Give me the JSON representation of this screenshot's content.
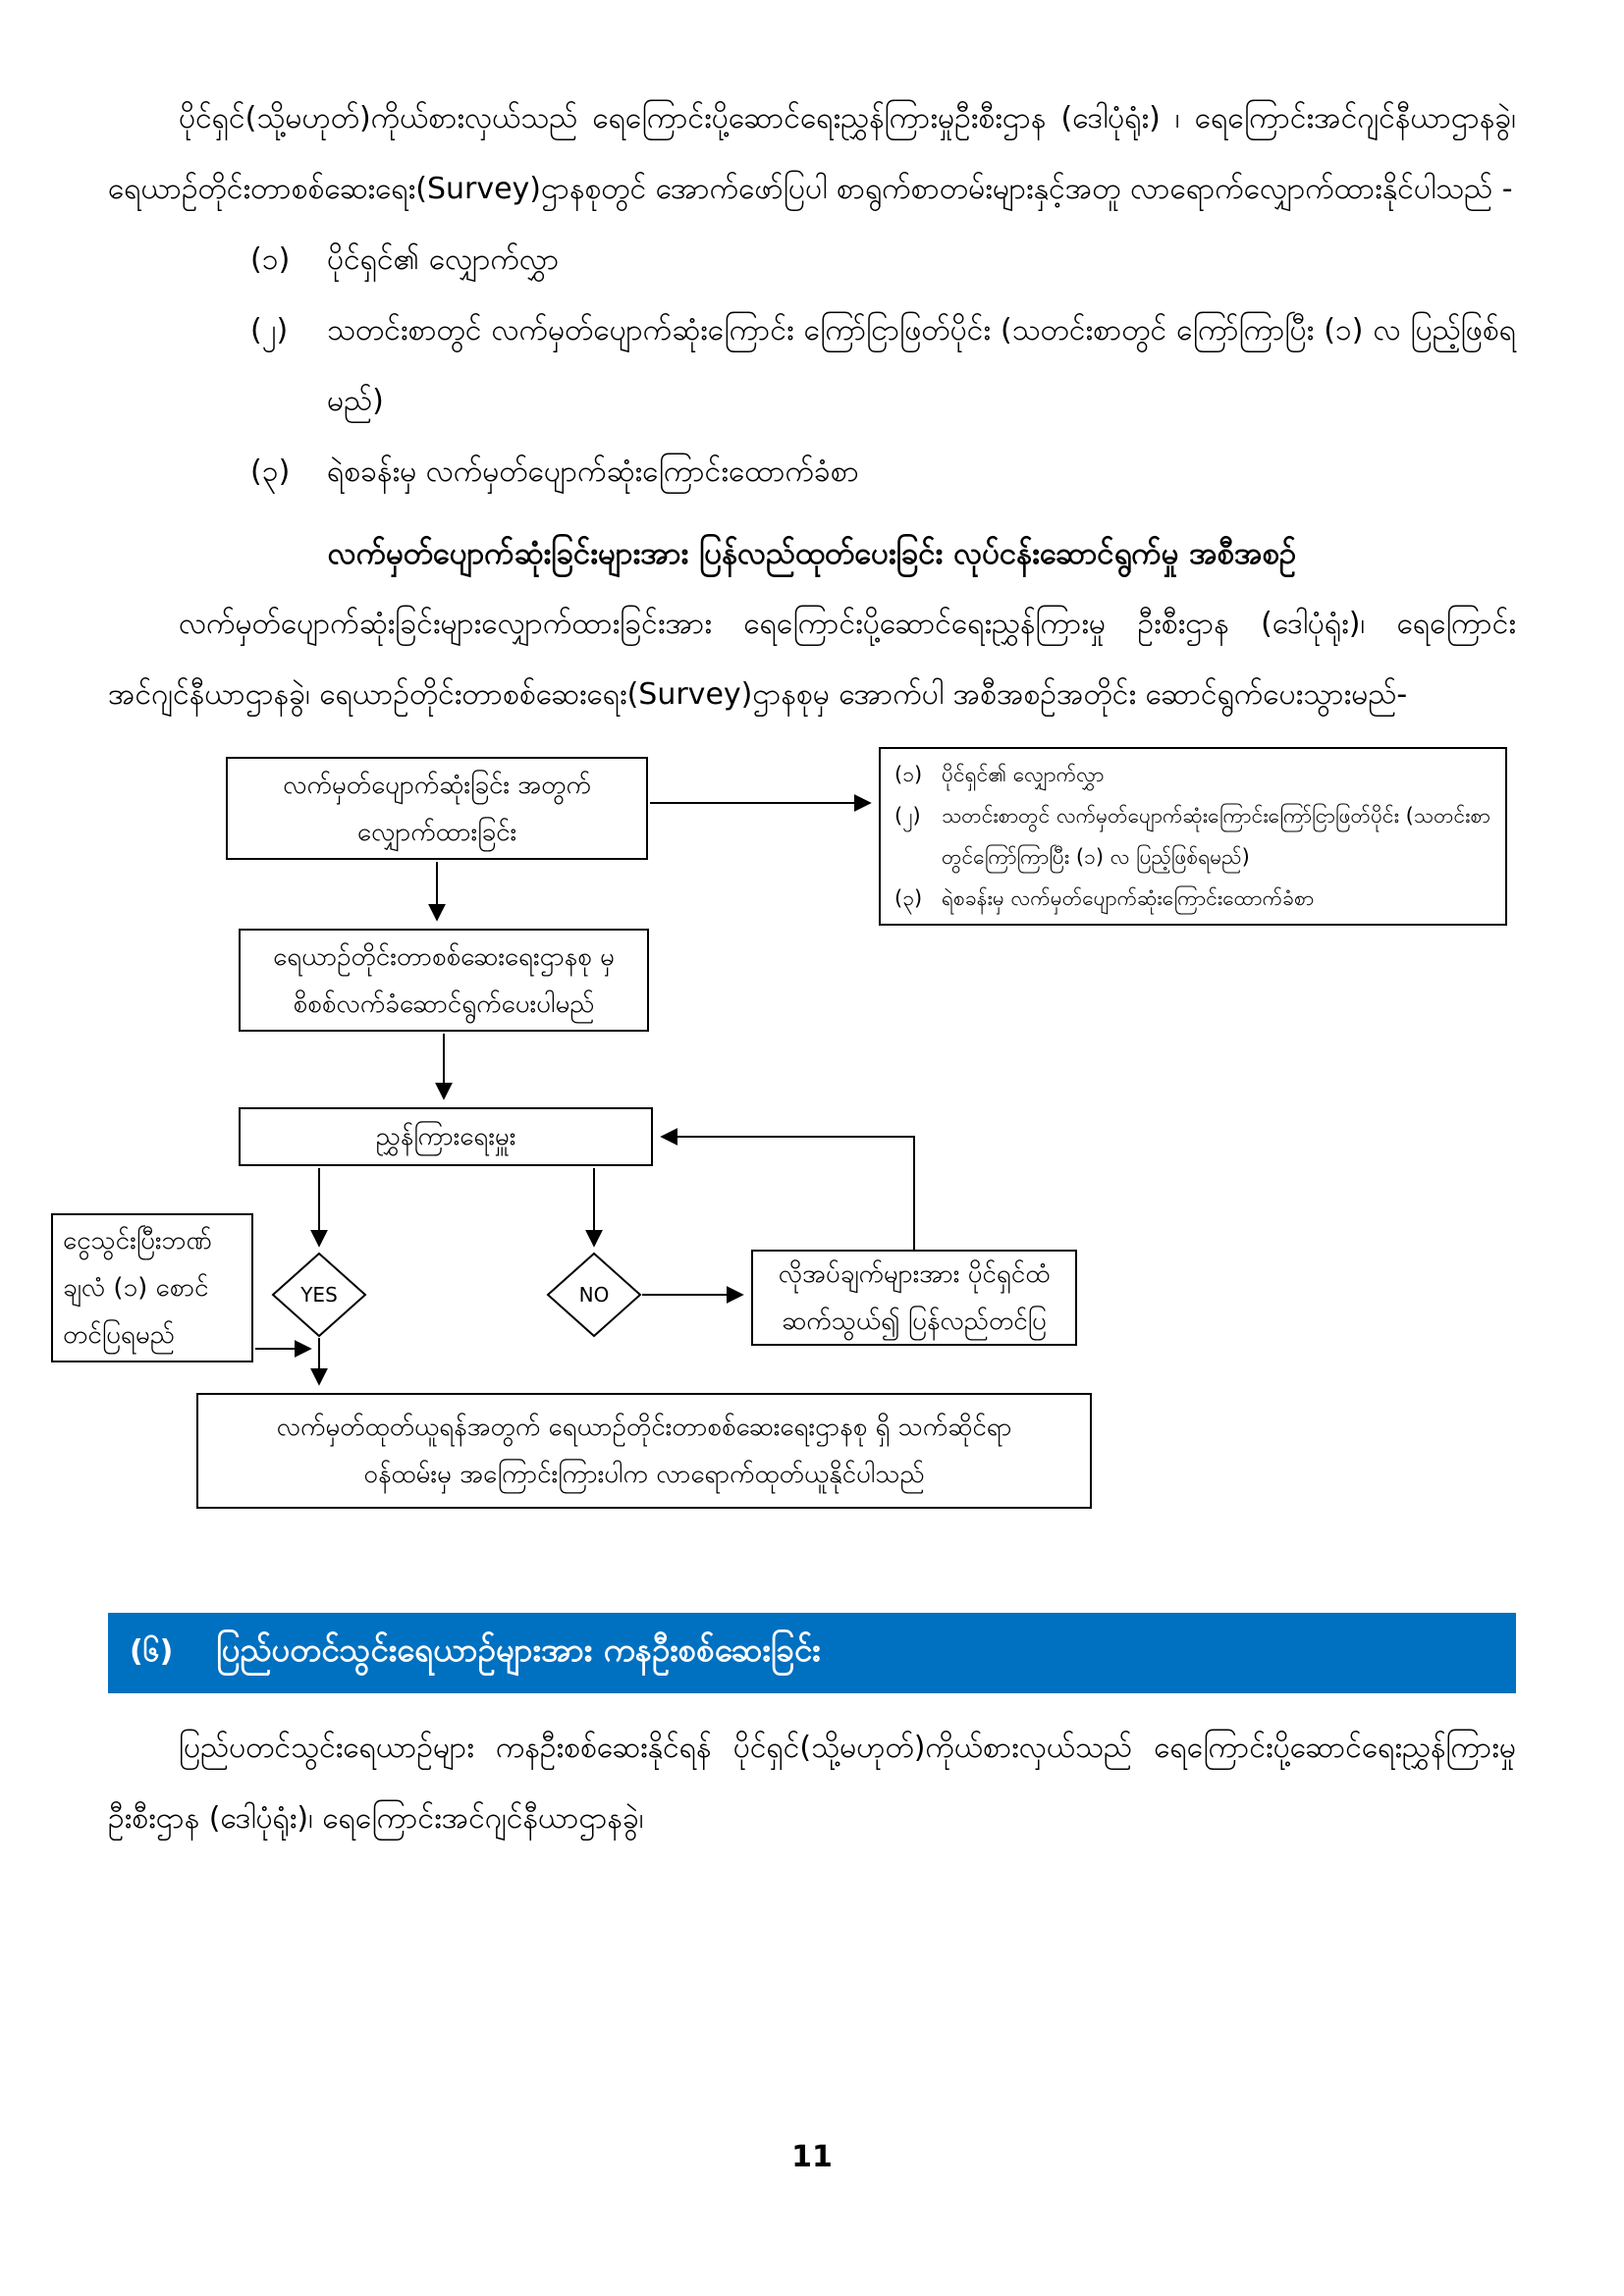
{
  "colors": {
    "accent_blue": "#0070C0",
    "text": "#000000"
  },
  "page": {
    "number": "11"
  },
  "intro": {
    "paragraph": "ပိုင်ရှင်(သို့မဟုတ်)ကိုယ်စားလှယ်သည် ရေကြောင်းပို့ဆောင်ရေးညွှန်ကြားမှုဦးစီးဌာန (ဒေါပုံရုံး) ၊ ရေကြောင်းအင်ဂျင်နီယာဌာနခွဲ၊ ရေယာဉ်တိုင်းတာစစ်ဆေးရေး(Survey)ဌာနစုတွင် အောက်ဖော်ပြပါ စာရွက်စာတမ်းများနှင့်အတူ လာရောက်လျှောက်ထားနိုင်ပါသည် -",
    "items": [
      {
        "num": "(၁)",
        "text": "ပိုင်ရှင်၏ လျှောက်လွှာ"
      },
      {
        "num": "(၂)",
        "text": "သတင်းစာတွင် လက်မှတ်ပျောက်ဆုံးကြောင်း ကြော်ငြာဖြတ်ပိုင်း (သတင်းစာတွင် ကြော်ကြာပြီး (၁) လ ပြည့်ဖြစ်ရမည်)"
      },
      {
        "num": "(၃)",
        "text": "ရဲစခန်းမှ လက်မှတ်ပျောက်ဆုံးကြောင်းထောက်ခံစာ"
      }
    ]
  },
  "process": {
    "heading": "လက်မှတ်ပျောက်ဆုံးခြင်းများအား ပြန်လည်ထုတ်ပေးခြင်း လုပ်ငန်းဆောင်ရွက်မှု အစီအစဉ်",
    "paragraph": "လက်မှတ်ပျောက်ဆုံးခြင်းများလျှောက်ထားခြင်းအား ရေကြောင်းပို့ဆောင်ရေးညွှန်ကြားမှု ဦးစီးဌာန (ဒေါပုံရုံး)၊ ရေကြောင်းအင်ဂျင်နီယာဌာနခွဲ၊ ရေယာဉ်တိုင်းတာစစ်ဆေးရေး(Survey)ဌာနစုမှ အောက်ပါ အစီအစဉ်အတိုင်း ဆောင်ရွက်ပေးသွားမည်-"
  },
  "flowchart": {
    "apply_box": {
      "lines": [
        "လက်မှတ်ပျောက်ဆုံးခြင်း အတွက်",
        "လျှောက်ထားခြင်း"
      ]
    },
    "docs_box": {
      "items": [
        {
          "num": "(၁)",
          "text": "ပိုင်ရှင်၏ လျှောက်လွှာ"
        },
        {
          "num": "(၂)",
          "text": "သတင်းစာတွင် လက်မှတ်ပျောက်ဆုံးကြောင်းကြော်ငြာဖြတ်ပိုင်း (သတင်းစာတွင်ကြော်ကြာပြီး (၁) လ ပြည့်ဖြစ်ရမည်)"
        },
        {
          "num": "(၃)",
          "text": "ရဲစခန်းမှ လက်မှတ်ပျောက်ဆုံးကြောင်းထောက်ခံစာ"
        }
      ]
    },
    "survey_box": {
      "lines": [
        "ရေယာဉ်တိုင်းတာစစ်ဆေးရေးဌာနစု မှ",
        "စိစစ်လက်ခံဆောင်ရွက်ပေးပါမည်"
      ]
    },
    "director_box": {
      "label": "ညွှန်ကြားရေးမှူး"
    },
    "bank_box": {
      "lines": [
        "ငွေသွင်းပြီးဘဏ်",
        "ချလံ (၁) စောင်",
        "တင်ပြရမည်"
      ]
    },
    "yes_label": "YES",
    "no_label": "NO",
    "contact_box": {
      "lines": [
        "လိုအပ်ချက်များအား ပိုင်ရှင်ထံ",
        "ဆက်သွယ်၍ ပြန်လည်တင်ပြ"
      ]
    },
    "final_box": {
      "lines": [
        "လက်မှတ်ထုတ်ယူရန်အတွက် ရေယာဉ်တိုင်းတာစစ်ဆေးရေးဌာနစု ရှိ သက်ဆိုင်ရာ",
        "ဝန်ထမ်းမှ အကြောင်းကြားပါက လာရောက်ထုတ်ယူနိုင်ပါသည်"
      ]
    }
  },
  "section6": {
    "number": "(၆)",
    "title": "ပြည်ပတင်သွင်းရေယာဉ်များအား ကနဦးစစ်ဆေးခြင်း",
    "paragraph": "ပြည်ပတင်သွင်းရေယာဉ်များ ကနဦးစစ်ဆေးနိုင်ရန် ပိုင်ရှင်(သို့မဟုတ်)ကိုယ်စားလှယ်သည် ရေကြောင်းပို့ဆောင်ရေးညွှန်ကြားမှုဦးစီးဌာန (ဒေါပုံရုံး)၊ ရေကြောင်းအင်ဂျင်နီယာဌာနခွဲ၊"
  }
}
